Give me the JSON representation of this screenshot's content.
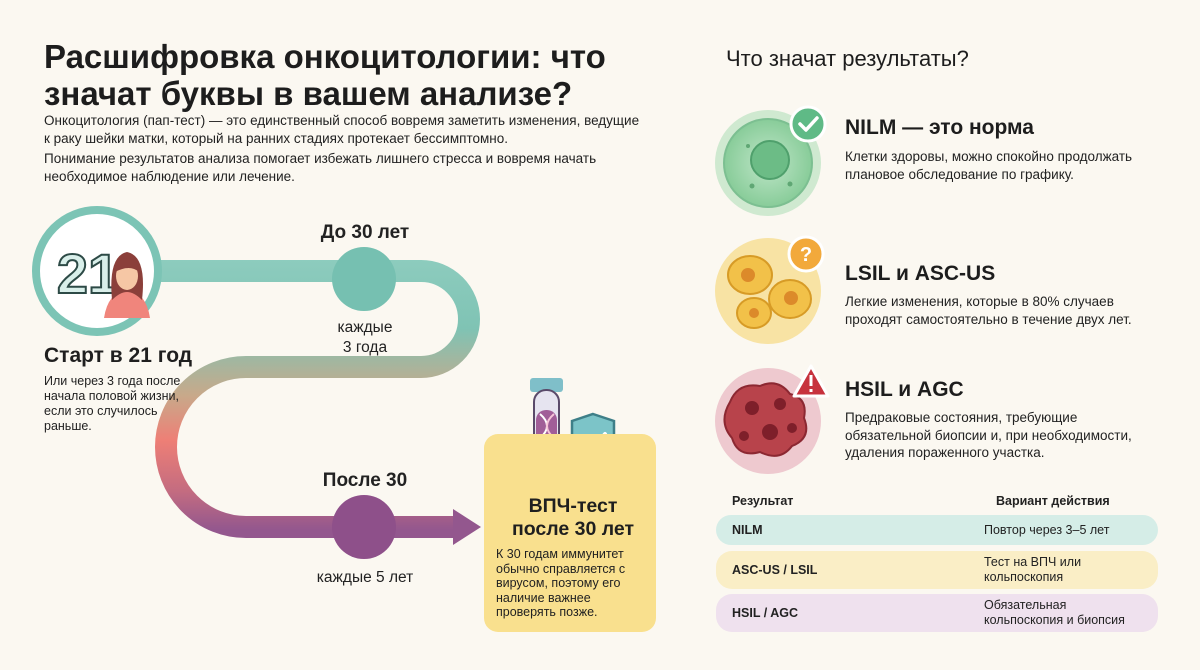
{
  "title": "Расшифровка онкоцитологии: что значат буквы в вашем анализе?",
  "intro": {
    "p1": "Онкоцитология (пап-тест) — это единственный способ вовремя заметить изменения, ведущие к раку шейки матки, который на ранних стадиях протекает бессимптомно.",
    "p2": "Понимание результатов анализа помогает избежать лишнего стресса и вовремя начать необходимое наблюдение или лечение."
  },
  "timeline": {
    "start_age": "21",
    "start_title": "Старт в 21 год",
    "start_text": "Или через 3 года после начала половой жизни, если это случилось раньше.",
    "stage1_title": "До 30 лет",
    "stage1_freq_line1": "каждые",
    "stage1_freq_line2": "3 года",
    "stage2_title": "После 30",
    "stage2_freq": "каждые 5 лет",
    "hpv_title": "ВПЧ-тест после 30 лет",
    "hpv_text": "К 30 годам иммунитет обычно справляется с вирусом, поэтому его наличие важнее проверять позже."
  },
  "results": {
    "heading": "Что значат результаты?",
    "items": [
      {
        "title": "NILM — это норма",
        "text": "Клетки здоровы, можно спокойно продолжать плановое обследование по графику.",
        "icon": "check-icon"
      },
      {
        "title": "LSIL и ASC-US",
        "text": "Легкие изменения, которые в 80% случаев проходят самостоятельно в течение двух лет.",
        "icon": "question-icon"
      },
      {
        "title": "HSIL и AGC",
        "text": "Предраковые состояния, требующие обязательной биопсии и, при необходимости, удаления пораженного участка.",
        "icon": "warning-icon"
      }
    ]
  },
  "table": {
    "header_result": "Результат",
    "header_action": "Вариант действия",
    "rows": [
      {
        "result": "NILM",
        "action": "Повтор через 3–5 лет"
      },
      {
        "result": "ASC-US / LSIL",
        "action": "Тест на ВПЧ или кольпоскопия"
      },
      {
        "result": "HSIL / AGC",
        "action": "Обязательная кольпоскопия и биопсия"
      }
    ]
  },
  "colors": {
    "teal": "#7cc4b5",
    "coral": "#ec7f76",
    "purple": "#93578e",
    "yellow": "#f9e08e",
    "green": "#5fba86",
    "orange": "#f2a93b",
    "red": "#c7323d"
  }
}
